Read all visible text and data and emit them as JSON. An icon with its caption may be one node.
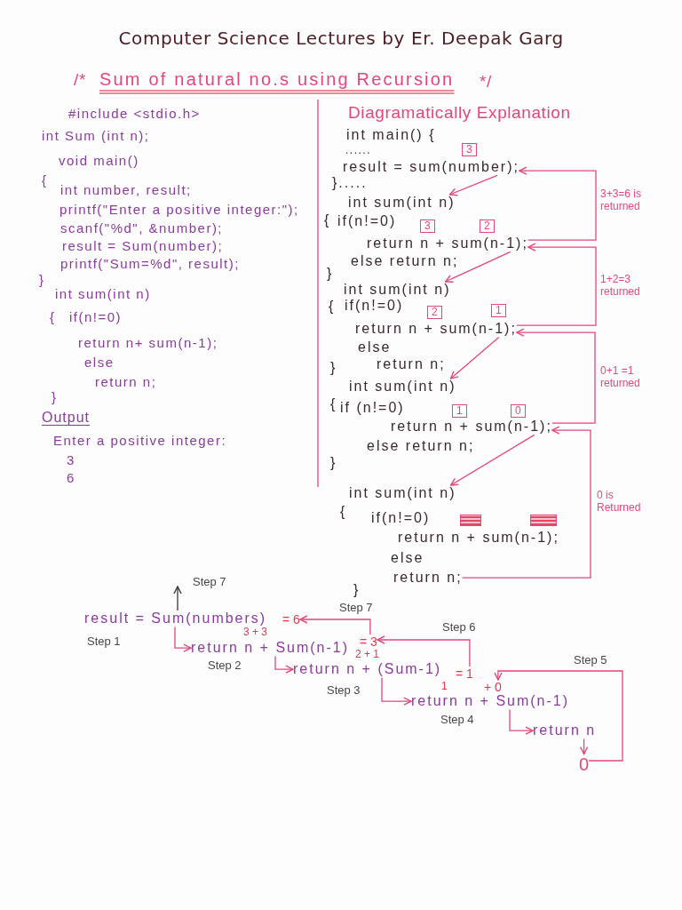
{
  "diagram": {
    "title": "Sum of natural no.s using Recursion",
    "nodes": [
      {
        "text": [
          "3"
        ]
      },
      {
        "text": [
          "result = sum(number);"
        ]
      },
      {
        "text": [
          "int sum(int n)"
        ]
      },
      {
        "text": [
          "3"
        ]
      },
      {
        "text": [
          "2"
        ]
      },
      {
        "text": [
          "return n + sum(n-1);"
        ]
      },
      {
        "text": [
          "int sum(int n)"
        ]
      },
      {
        "text": [
          "2"
        ]
      },
      {
        "text": [
          "1"
        ]
      },
      {
        "text": [
          "return n + sum(n-1);"
        ]
      },
      {
        "text": [
          "int sum(int n)"
        ]
      },
      {
        "text": [
          "1"
        ]
      },
      {
        "text": [
          "0"
        ]
      },
      {
        "text": [
          "return n + sum(n-1);"
        ]
      },
      {
        "text": [
          "int sum(int n)"
        ]
      },
      {
        "text": [],
        "shape": "box"
      },
      {
        "text": [],
        "shape": "box"
      },
      {
        "text": [
          "return n;"
        ]
      },
      {
        "text": [
          "result = Sum(numbers)"
        ]
      },
      {
        "text": [
          "= 6"
        ]
      },
      {
        "text": [
          "return n + Sum(n-1)"
        ]
      },
      {
        "text": [
          "= 3"
        ]
      },
      {
        "text": [
          "return n + (Sum-1)"
        ]
      },
      {
        "text": [
          "= 1"
        ]
      },
      {
        "text": [
          "+ 0"
        ]
      },
      {
        "text": [
          "return n + Sum(n-1)"
        ]
      },
      {
        "text": [
          "return n"
        ]
      },
      {
        "text": [
          "0"
        ]
      }
    ],
    "edges": [
      {
        "from": 1,
        "to": 2,
        "arrow": "to"
      },
      {
        "from": 5,
        "to": 6,
        "arrow": "to"
      },
      {
        "from": 9,
        "to": 10,
        "arrow": "to"
      },
      {
        "from": 13,
        "to": 14,
        "arrow": "to"
      },
      {
        "from": 5,
        "to": 1,
        "arrow": "to",
        "label": "3+3=6 is returned"
      },
      {
        "from": 9,
        "to": 5,
        "arrow": "to",
        "label": "1+2=3 returned"
      },
      {
        "from": 13,
        "to": 9,
        "arrow": "to",
        "label": "0+1 =1 returned"
      },
      {
        "from": 17,
        "to": 13,
        "arrow": "to",
        "label": "0 is Returned"
      },
      {
        "from": 18,
        "to": null,
        "arrow": "to",
        "label": "Step 7",
        "color": "#3a3a3a"
      },
      {
        "from": 18,
        "to": 20,
        "arrow": "to",
        "label": "Step 1"
      },
      {
        "from": 20,
        "to": 22,
        "arrow": "to",
        "label": "Step 2"
      },
      {
        "from": 22,
        "to": 25,
        "arrow": "to",
        "label": "Step 3"
      },
      {
        "from": 25,
        "to": 26,
        "arrow": "to",
        "label": "Step 4"
      },
      {
        "from": 26,
        "to": 27,
        "arrow": "to"
      },
      {
        "from": 27,
        "to": 24,
        "arrow": "to",
        "label": "Step 5"
      },
      {
        "from": 23,
        "to": 21,
        "arrow": "to",
        "label": "Step 6"
      },
      {
        "from": 21,
        "to": 19,
        "arrow": "to",
        "label": "Step 7"
      }
    ],
    "labels": [
      "Computer Science Lectures by Er. Deepak Garg",
      "/*",
      "*/",
      "#include <stdio.h>",
      "int Sum (int n);",
      "void main()",
      "{",
      "int number, result;",
      "printf(\"Enter a positive integer:\");",
      "scanf(\"%d\", &number);",
      "result = Sum(number);",
      "printf(\"Sum=%d\", result);",
      "}",
      "int sum(int n)",
      "{",
      "if(n!=0)",
      "return n+ sum(n-1);",
      "else",
      "return n;",
      "}",
      "Output",
      "Enter a positive integer:",
      "3",
      "6",
      "Diagramatically Explanation",
      "int main() {",
      "......",
      "}.....",
      "{",
      "if(n!=0)",
      "else return n;",
      "}",
      "{",
      "if(n!=0)",
      "else",
      "}",
      "return n;",
      "{",
      "if (n!=0)",
      "else return n;",
      "}",
      "{",
      "if(n!=0)",
      "return n + sum(n-1);",
      "else",
      "}",
      "3 + 3",
      "2 + 1",
      "1"
    ]
  }
}
